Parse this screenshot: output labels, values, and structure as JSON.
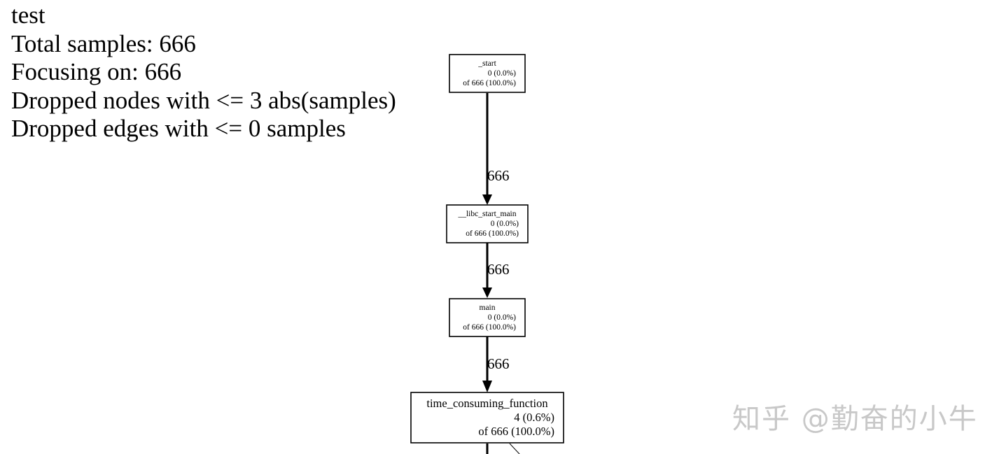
{
  "legend": {
    "title": "test",
    "total_samples": "Total samples: 666",
    "focusing_on": "Focusing on: 666",
    "dropped_nodes": "Dropped nodes with <= 3 abs(samples)",
    "dropped_edges": "Dropped edges with <= 0 samples"
  },
  "nodes": [
    {
      "name": "_start",
      "flat": "0 (0.0%)",
      "cum": "of 666 (100.0%)"
    },
    {
      "name": "__libc_start_main",
      "flat": "0 (0.0%)",
      "cum": "of 666 (100.0%)"
    },
    {
      "name": "main",
      "flat": "0 (0.0%)",
      "cum": "of 666 (100.0%)"
    },
    {
      "name": "time_consuming_function",
      "flat": "4 (0.6%)",
      "cum": "of 666 (100.0%)"
    }
  ],
  "edges": [
    {
      "from": "_start",
      "to": "__libc_start_main",
      "label": "666"
    },
    {
      "from": "__libc_start_main",
      "to": "main",
      "label": "666"
    },
    {
      "from": "main",
      "to": "time_consuming_function",
      "label": "666"
    }
  ],
  "watermark": "知乎 @勤奋的小牛"
}
